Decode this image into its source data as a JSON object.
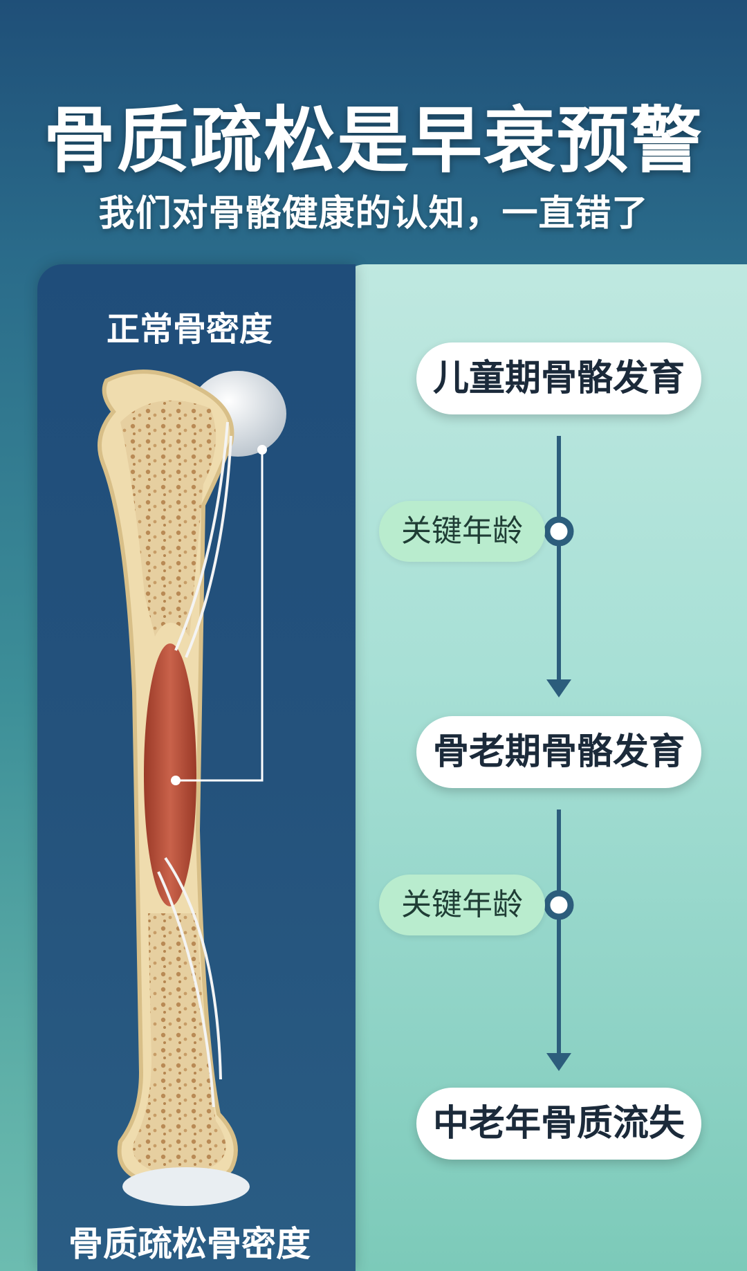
{
  "header": {
    "title": "骨质疏松是早衰预警",
    "subtitle": "我们对骨骼健康的认知，一直错了"
  },
  "left_panel": {
    "top_label": "正常骨密度",
    "bottom_label": "骨质疏松骨密度",
    "illustration": "femur-bone-with-marrow-and-nerves"
  },
  "timeline": {
    "stages": [
      {
        "label": "儿童期骨骼发育"
      },
      {
        "label": "骨老期骨骼发育"
      },
      {
        "label": "中老年骨质流失"
      }
    ],
    "markers": [
      {
        "label": "关键年龄"
      },
      {
        "label": "关键年龄"
      }
    ]
  },
  "colors": {
    "accent_dark": "#1f4d7a",
    "timeline_line": "#2c5d7c",
    "marker_pill": "#b9ecce",
    "marrow": "#b8503a"
  }
}
